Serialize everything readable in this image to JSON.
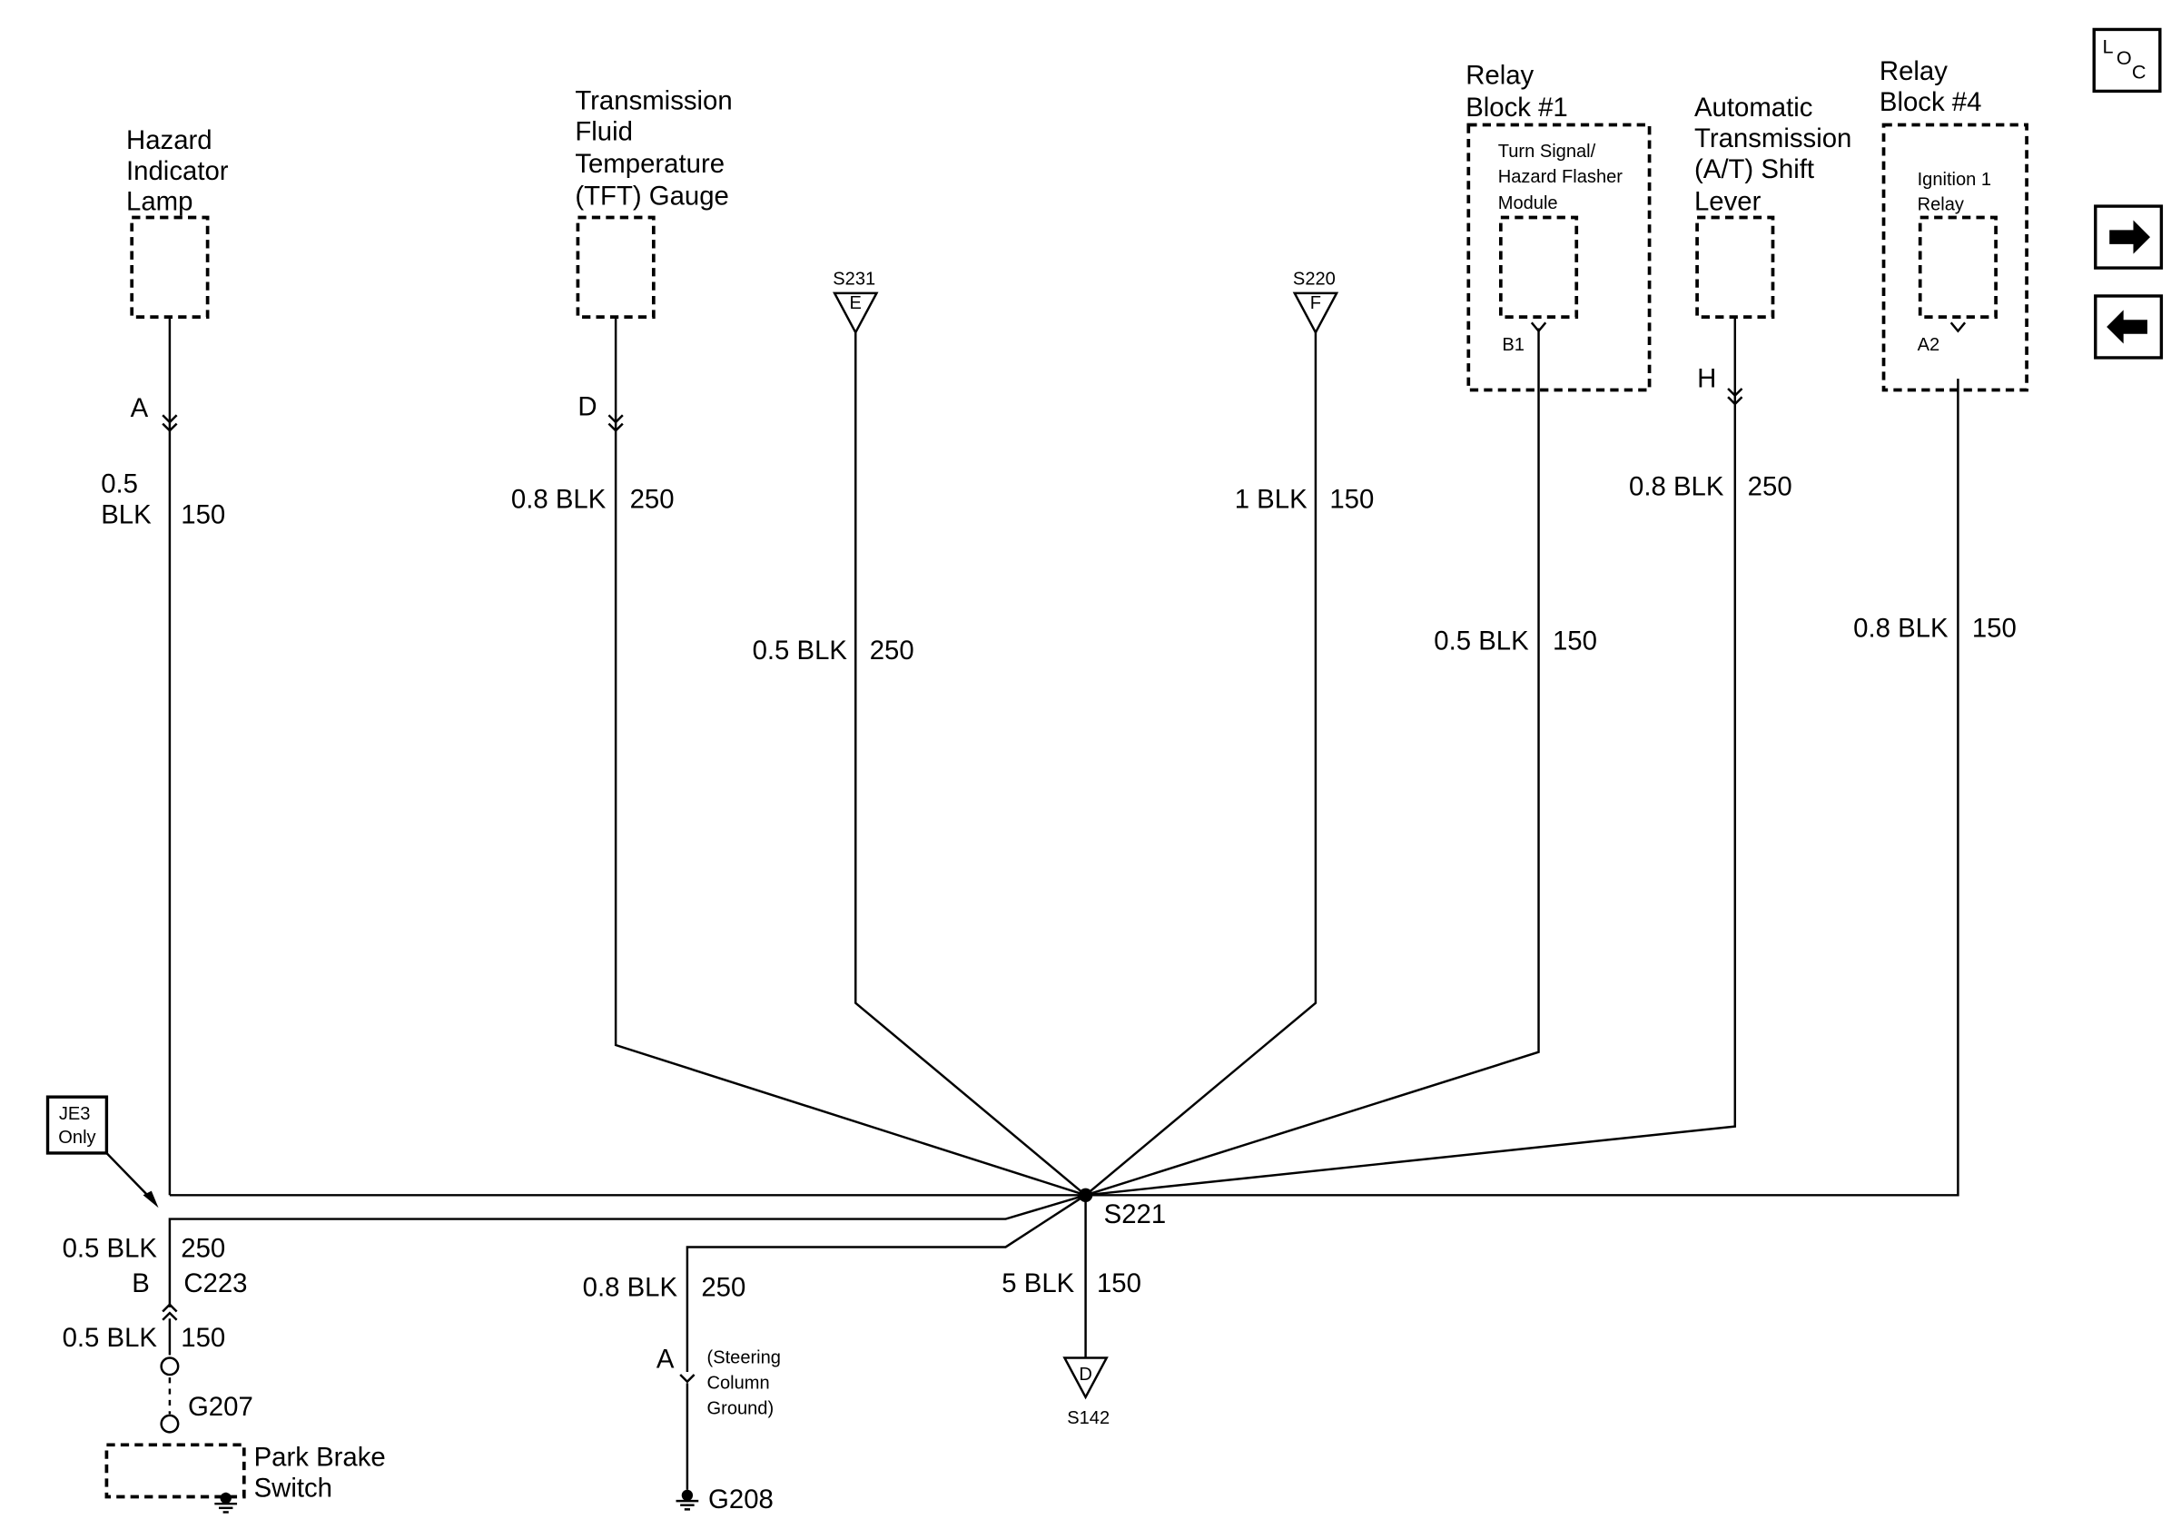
{
  "components": {
    "hazard_lamp": [
      "Hazard",
      "Indicator",
      "Lamp"
    ],
    "tft_gauge": [
      "Transmission",
      "Fluid",
      "Temperature",
      "(TFT) Gauge"
    ],
    "relay_block_1": [
      "Relay",
      "Block #1"
    ],
    "turn_signal_module": [
      "Turn Signal/",
      "Hazard Flasher",
      "Module"
    ],
    "at_shift_lever": [
      "Automatic",
      "Transmission",
      "(A/T) Shift",
      "Lever"
    ],
    "relay_block_4": [
      "Relay",
      "Block #4"
    ],
    "ignition_relay": [
      "Ignition 1",
      "Relay"
    ],
    "park_brake_switch": [
      "Park Brake",
      "Switch"
    ],
    "steering_column_ground": [
      "(Steering",
      "Column",
      "Ground)"
    ]
  },
  "wires": {
    "hazard": {
      "pin": "A",
      "color": [
        "0.5",
        "BLK"
      ],
      "circuit": "150"
    },
    "tft": {
      "pin": "D",
      "color": "0.8 BLK",
      "circuit": "250"
    },
    "s231": {
      "color": "0.5 BLK",
      "circuit": "250"
    },
    "s220": {
      "color": "1 BLK",
      "circuit": "150"
    },
    "turn_signal": {
      "pin": "B1",
      "color": "0.5 BLK",
      "circuit": "150"
    },
    "at_shift": {
      "pin": "H",
      "color": "0.8 BLK",
      "circuit": "250"
    },
    "ignition": {
      "pin": "A2",
      "color": "0.8 BLK",
      "circuit": "150"
    },
    "park_upper": {
      "color": "0.5 BLK",
      "circuit": "250"
    },
    "park_lower": {
      "color": "0.5 BLK",
      "circuit": "150"
    },
    "g208": {
      "color": "0.8 BLK",
      "circuit": "250"
    },
    "s142": {
      "color": "5 BLK",
      "circuit": "150"
    }
  },
  "connectors": {
    "c223": {
      "pin": "B",
      "name": "C223"
    },
    "g208_pin": "A"
  },
  "splices": {
    "s231": {
      "name": "S231",
      "letter": "E"
    },
    "s220": {
      "name": "S220",
      "letter": "F"
    },
    "s142": {
      "name": "S142",
      "letter": "D"
    },
    "s221": "S221"
  },
  "grounds": {
    "g207": "G207",
    "g208": "G208"
  },
  "option_note": [
    "JE3",
    "Only"
  ],
  "nav": {
    "loc": [
      "L",
      "O",
      "C"
    ],
    "next_icon": "arrow-right-icon",
    "prev_icon": "arrow-left-icon"
  }
}
